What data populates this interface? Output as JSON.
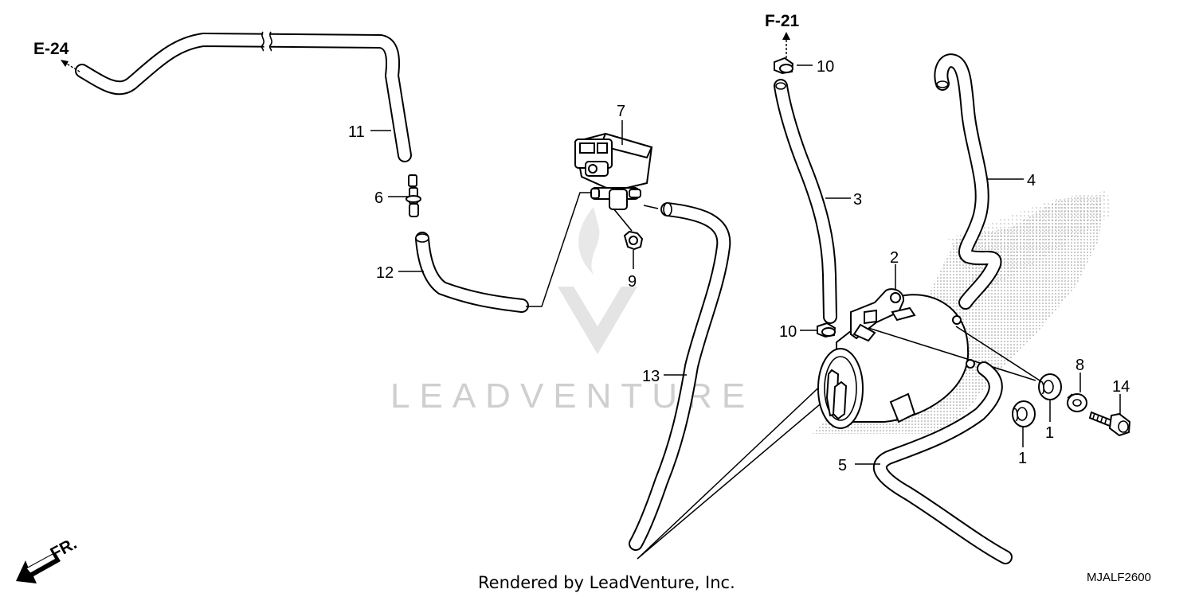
{
  "refs": {
    "top_left": "E-24",
    "top_center": "F-21"
  },
  "callouts": [
    "1",
    "1",
    "2",
    "3",
    "4",
    "5",
    "6",
    "7",
    "8",
    "9",
    "10",
    "10",
    "11",
    "12",
    "13",
    "14"
  ],
  "front_label": "FR.",
  "watermark": "LEADVENTURE",
  "footer": {
    "rendered_by": "Rendered by LeadVenture, Inc.",
    "diagram_code": "MJALF2600"
  }
}
